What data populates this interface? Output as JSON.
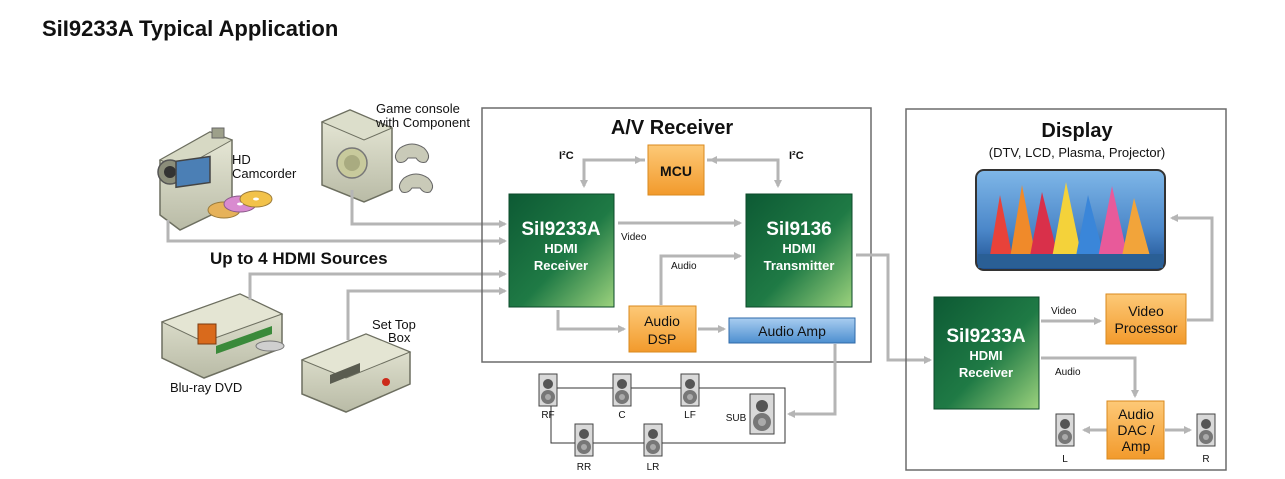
{
  "title": "SiI9233A Typical Application",
  "sources": {
    "camcorder": [
      "HD",
      "Camcorder"
    ],
    "game_console": [
      "Game console",
      "with Component"
    ],
    "hdmi_sources": "Up to 4 HDMI Sources",
    "bluray": "Blu-ray DVD",
    "settop": [
      "Set Top",
      "Box"
    ]
  },
  "av_receiver": {
    "title": "A/V Receiver",
    "i2c_left": "I²C",
    "i2c_right": "I²C",
    "mcu": "MCU",
    "receiver_chip": [
      "SiI9233A",
      "HDMI",
      "Receiver"
    ],
    "transmitter_chip": [
      "SiI9136",
      "HDMI",
      "Transmitter"
    ],
    "video_label": "Video",
    "audio_label": "Audio",
    "audio_dsp": [
      "Audio",
      "DSP"
    ],
    "audio_amp": "Audio Amp"
  },
  "speakers": {
    "labels": [
      "RF",
      "C",
      "LF",
      "SUB",
      "RR",
      "LR"
    ]
  },
  "display": {
    "title": "Display",
    "subtitle": "(DTV, LCD, Plasma, Projector)",
    "receiver_chip": [
      "SiI9233A",
      "HDMI",
      "Receiver"
    ],
    "video_label": "Video",
    "audio_label": "Audio",
    "video_processor": [
      "Video",
      "Processor"
    ],
    "audio_dac": [
      "Audio",
      "DAC /",
      "Amp"
    ],
    "left_speaker": "L",
    "right_speaker": "R"
  },
  "colors": {
    "chip_green": "#1f7a45",
    "orange_block": "#f7a83a",
    "blue_amp": "#6fa8dc",
    "arrow_gray": "#b5b5b5"
  }
}
